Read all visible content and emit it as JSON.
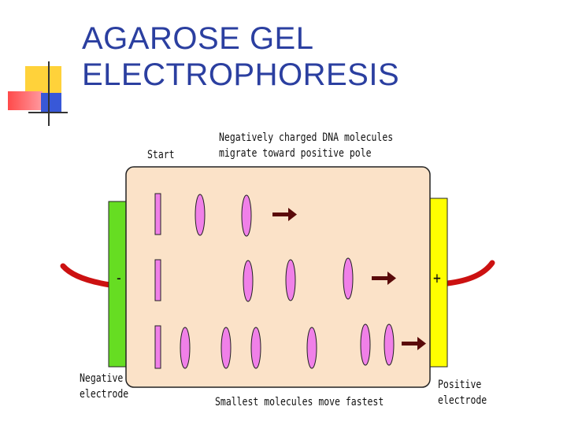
{
  "title": {
    "line1": "AGAROSE GEL",
    "line2": "ELECTROPHORESIS"
  },
  "labels": {
    "start": "Start",
    "migrate_line1": "Negatively charged DNA molecules",
    "migrate_line2": "migrate toward positive pole",
    "negative_sign": "-",
    "positive_sign": "+",
    "negative_line1": "Negative",
    "negative_line2": "electrode",
    "positive_line1": "Positive",
    "positive_line2": "electrode",
    "bottom_caption": "Smallest molecules move fastest"
  },
  "colors": {
    "title": "#2b3fa0",
    "gel": "#fbe2c8",
    "negative_electrode": "#66dd22",
    "positive_electrode": "#ffff00",
    "band": "#f080e8",
    "wire": "#cc1111",
    "arrow": "#5a0a0a"
  }
}
